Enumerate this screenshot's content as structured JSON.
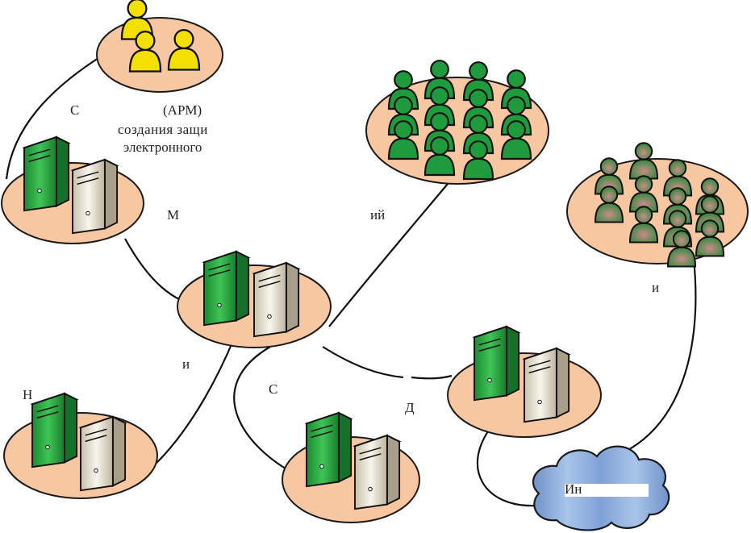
{
  "labels": {
    "workstations_line1": "С",
    "workstations_line1b": "(АРМ)",
    "workstations_line2": "создания защи",
    "workstations_line3": "электронного",
    "central_label_a": "М",
    "central_label_b": "ий",
    "left_bottom_marker": "и",
    "left_bottom_label": "Н",
    "middle_bottom_line1": "С",
    "middle_bottom_line2": "Д",
    "right_group_marker": "и",
    "internet_label": "Ин"
  },
  "colors": {
    "ellipse_fill": "#f7c7a2",
    "ellipse_stroke": "#1a1a1a",
    "user_yellow": "#f3e000",
    "user_green": "#1f9a3c",
    "user_muted": "#7e9c76",
    "server_green": "#22a43a",
    "server_beige": "#e9e3d3",
    "cloud_fill": "#8fb4e3",
    "line_color": "#111111"
  },
  "icons": {
    "user": "user-icon",
    "server_green": "green-server-icon",
    "server_beige": "beige-server-icon",
    "cloud": "internet-cloud-icon"
  }
}
